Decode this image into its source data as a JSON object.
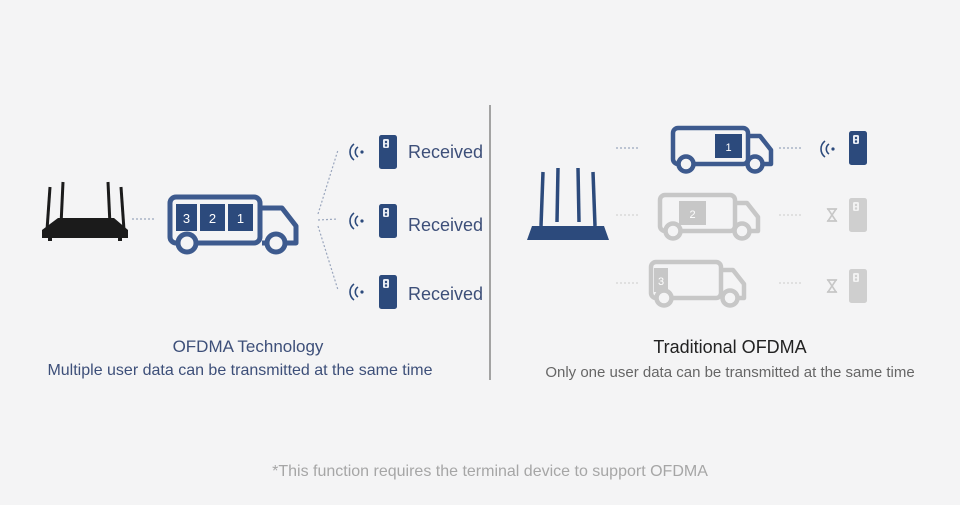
{
  "left": {
    "title": "OFDMA Technology",
    "subtitle": "Multiple user data can be transmitted at the same time",
    "truck_packets": [
      "3",
      "2",
      "1"
    ],
    "received_labels": [
      "Received",
      "Received",
      "Received"
    ]
  },
  "right": {
    "title": "Traditional OFDMA",
    "subtitle": "Only one user data can be transmitted at the same time",
    "trucks": [
      {
        "packet": "1",
        "state": "active"
      },
      {
        "packet": "2",
        "state": "waiting"
      },
      {
        "packet": "3",
        "state": "waiting"
      }
    ]
  },
  "footnote": "*This function requires the terminal device to support OFDMA",
  "colors": {
    "background": "#f4f4f5",
    "brand_blue": "#3d5a8e",
    "dark_blue": "#2c4a7c",
    "gray_inactive": "#c7c7c7",
    "router_black": "#1b1b1b",
    "text_dark": "#222222",
    "text_muted": "#666666",
    "footnote": "#a6a6a6"
  },
  "icons": {
    "router_left": "black-router-icon",
    "router_right": "blue-router-icon",
    "truck": "delivery-truck-icon",
    "phone": "smartphone-icon",
    "signal": "wifi-signal-icon",
    "waiting": "hourglass-icon"
  }
}
